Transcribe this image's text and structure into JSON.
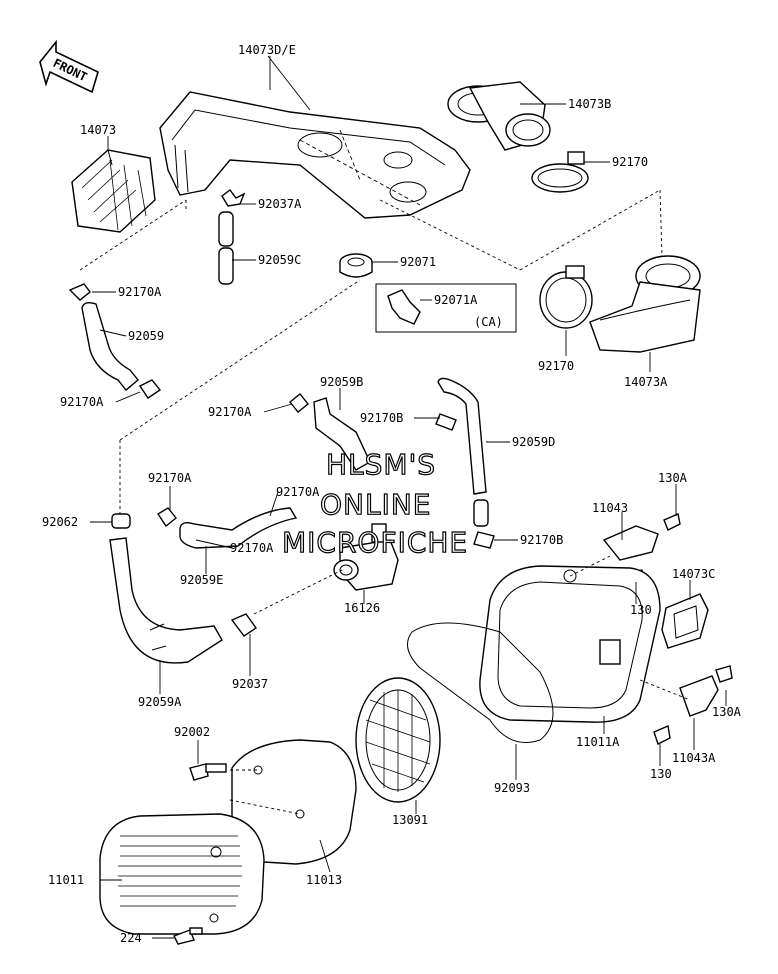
{
  "front_arrow_label": "FRONT",
  "watermark": [
    "HLSM'S",
    "ONLINE",
    "MICROFICHE"
  ],
  "parts": [
    {
      "id": "p-14073de",
      "label": "14073D/E"
    },
    {
      "id": "p-14073b",
      "label": "14073B"
    },
    {
      "id": "p-14073",
      "label": "14073"
    },
    {
      "id": "p-92170-top",
      "label": "92170"
    },
    {
      "id": "p-92037a",
      "label": "92037A"
    },
    {
      "id": "p-92059c",
      "label": "92059C"
    },
    {
      "id": "p-92071",
      "label": "92071"
    },
    {
      "id": "p-92071a",
      "label": "92071A"
    },
    {
      "id": "p-ca",
      "label": "(CA)"
    },
    {
      "id": "p-92170a-1",
      "label": "92170A"
    },
    {
      "id": "p-92059",
      "label": "92059"
    },
    {
      "id": "p-92170-mid",
      "label": "92170"
    },
    {
      "id": "p-14073a",
      "label": "14073A"
    },
    {
      "id": "p-92170a-2",
      "label": "92170A"
    },
    {
      "id": "p-92059b",
      "label": "92059B"
    },
    {
      "id": "p-92170a-3",
      "label": "92170A"
    },
    {
      "id": "p-92170b-1",
      "label": "92170B"
    },
    {
      "id": "p-92059d",
      "label": "92059D"
    },
    {
      "id": "p-92170a-4",
      "label": "92170A"
    },
    {
      "id": "p-92170a-5",
      "label": "92170A"
    },
    {
      "id": "p-130a-1",
      "label": "130A"
    },
    {
      "id": "p-92062",
      "label": "92062"
    },
    {
      "id": "p-11043",
      "label": "11043"
    },
    {
      "id": "p-92170a-6",
      "label": "92170A"
    },
    {
      "id": "p-92170b-2",
      "label": "92170B"
    },
    {
      "id": "p-92059e",
      "label": "92059E"
    },
    {
      "id": "p-14073c",
      "label": "14073C"
    },
    {
      "id": "p-130-1",
      "label": "130"
    },
    {
      "id": "p-16126",
      "label": "16126"
    },
    {
      "id": "p-92037",
      "label": "92037"
    },
    {
      "id": "p-92059a",
      "label": "92059A"
    },
    {
      "id": "p-130a-2",
      "label": "130A"
    },
    {
      "id": "p-11011a",
      "label": "11011A"
    },
    {
      "id": "p-92002",
      "label": "92002"
    },
    {
      "id": "p-11043a",
      "label": "11043A"
    },
    {
      "id": "p-130-2",
      "label": "130"
    },
    {
      "id": "p-92093",
      "label": "92093"
    },
    {
      "id": "p-13091",
      "label": "13091"
    },
    {
      "id": "p-11011",
      "label": "11011"
    },
    {
      "id": "p-11013",
      "label": "11013"
    },
    {
      "id": "p-224",
      "label": "224"
    }
  ]
}
